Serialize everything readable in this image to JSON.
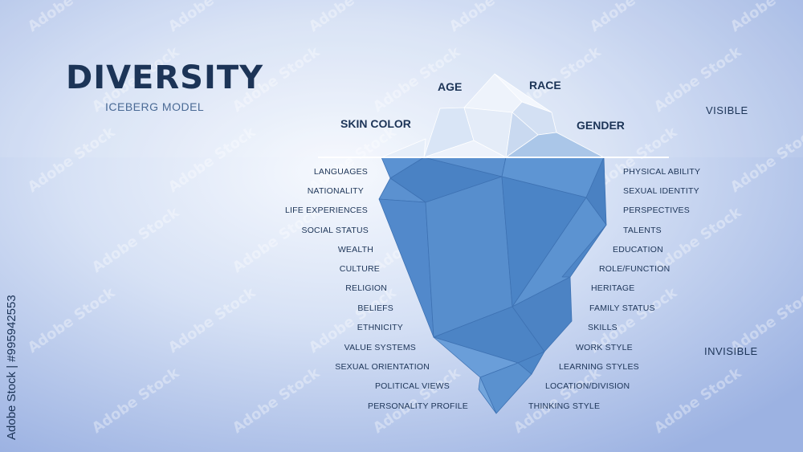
{
  "colors": {
    "background_light": "#f4f7fd",
    "background_dark": "#9db3e3",
    "ice_visible": "#dfe9f7",
    "ice_submerged": "#4f86c8",
    "text": "#1c3457",
    "subtext": "#4a6a95"
  },
  "header": {
    "title": "DIVERSITY",
    "subtitle": "ICEBERG MODEL"
  },
  "visible": {
    "label": "VISIBLE",
    "items": [
      "AGE",
      "RACE",
      "SKIN COLOR",
      "GENDER"
    ]
  },
  "invisible": {
    "label": "INVISIBLE",
    "left_items": [
      "LANGUAGES",
      "NATIONALITY",
      "LIFE EXPERIENCES",
      "SOCIAL STATUS",
      "WEALTH",
      "CULTURE",
      "RELIGION",
      "BELIEFS",
      "ETHNICITY",
      "VALUE SYSTEMS",
      "SEXUAL ORIENTATION",
      "POLITICAL VIEWS",
      "PERSONALITY PROFILE"
    ],
    "right_items": [
      "PHYSICAL ABILITY",
      "SEXUAL IDENTITY",
      "PERSPECTIVES",
      "TALENTS",
      "EDUCATION",
      "ROLE/FUNCTION",
      "HERITAGE",
      "FAMILY STATUS",
      "SKILLS",
      "WORK STYLE",
      "LEARNING STYLES",
      "LOCATION/DIVISION",
      "THINKING STYLE"
    ]
  },
  "watermark": {
    "side_text": "Adobe Stock | #995942553",
    "tile_text": "Adobe Stock"
  }
}
